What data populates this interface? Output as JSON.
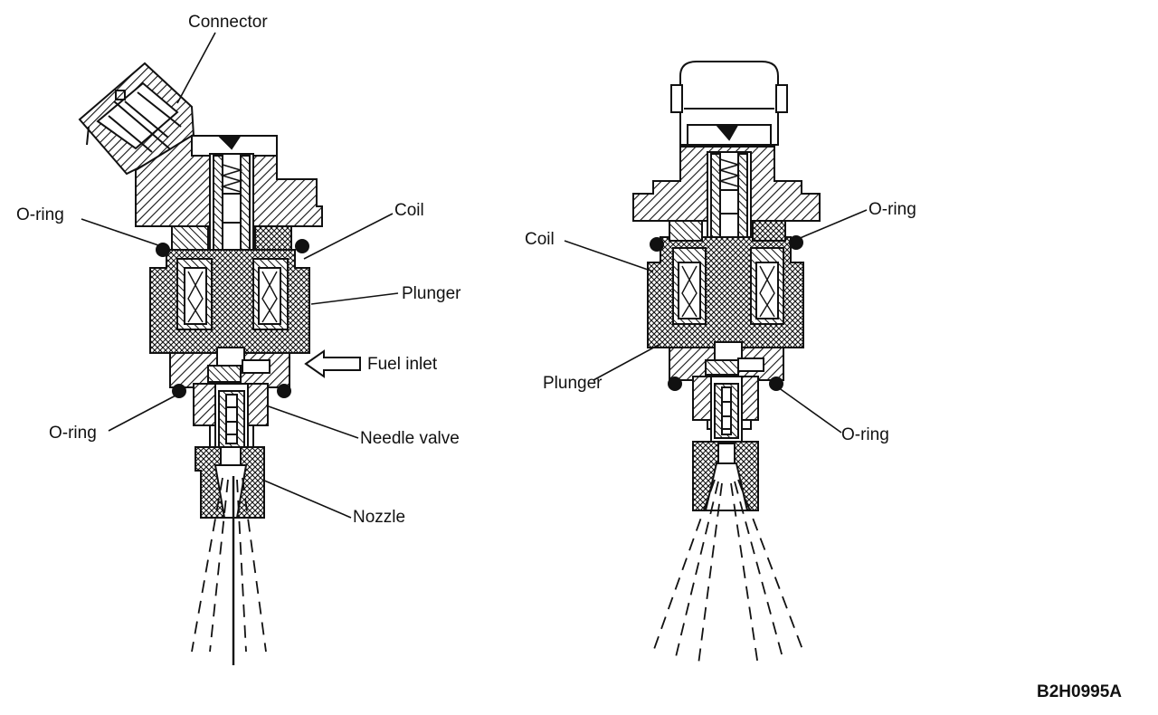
{
  "left_injector": {
    "labels": {
      "connector": "Connector",
      "oring_top": "O-ring",
      "coil": "Coil",
      "plunger": "Plunger",
      "fuel_inlet": "Fuel inlet",
      "oring_bottom": "O-ring",
      "needle_valve": "Needle valve",
      "nozzle": "Nozzle"
    }
  },
  "right_injector": {
    "labels": {
      "coil": "Coil",
      "oring_top": "O-ring",
      "plunger": "Plunger",
      "oring_bottom": "O-ring"
    }
  },
  "figure_code": "B2H0995A",
  "colors": {
    "ink": "#111111",
    "background": "#ffffff"
  }
}
